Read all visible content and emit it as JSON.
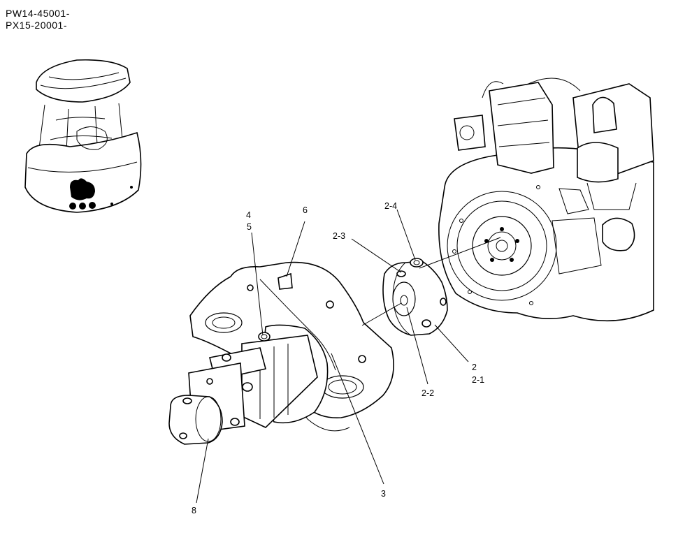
{
  "serials": [
    "PW14-45001-",
    "PX15-20001-"
  ],
  "callouts": {
    "c4": "4",
    "c5": "5",
    "c6": "6",
    "c2_4": "2-4",
    "c2_3": "2-3",
    "c2": "2",
    "c2_1": "2-1",
    "c2_2": "2-2",
    "c3": "3",
    "c8": "8"
  }
}
